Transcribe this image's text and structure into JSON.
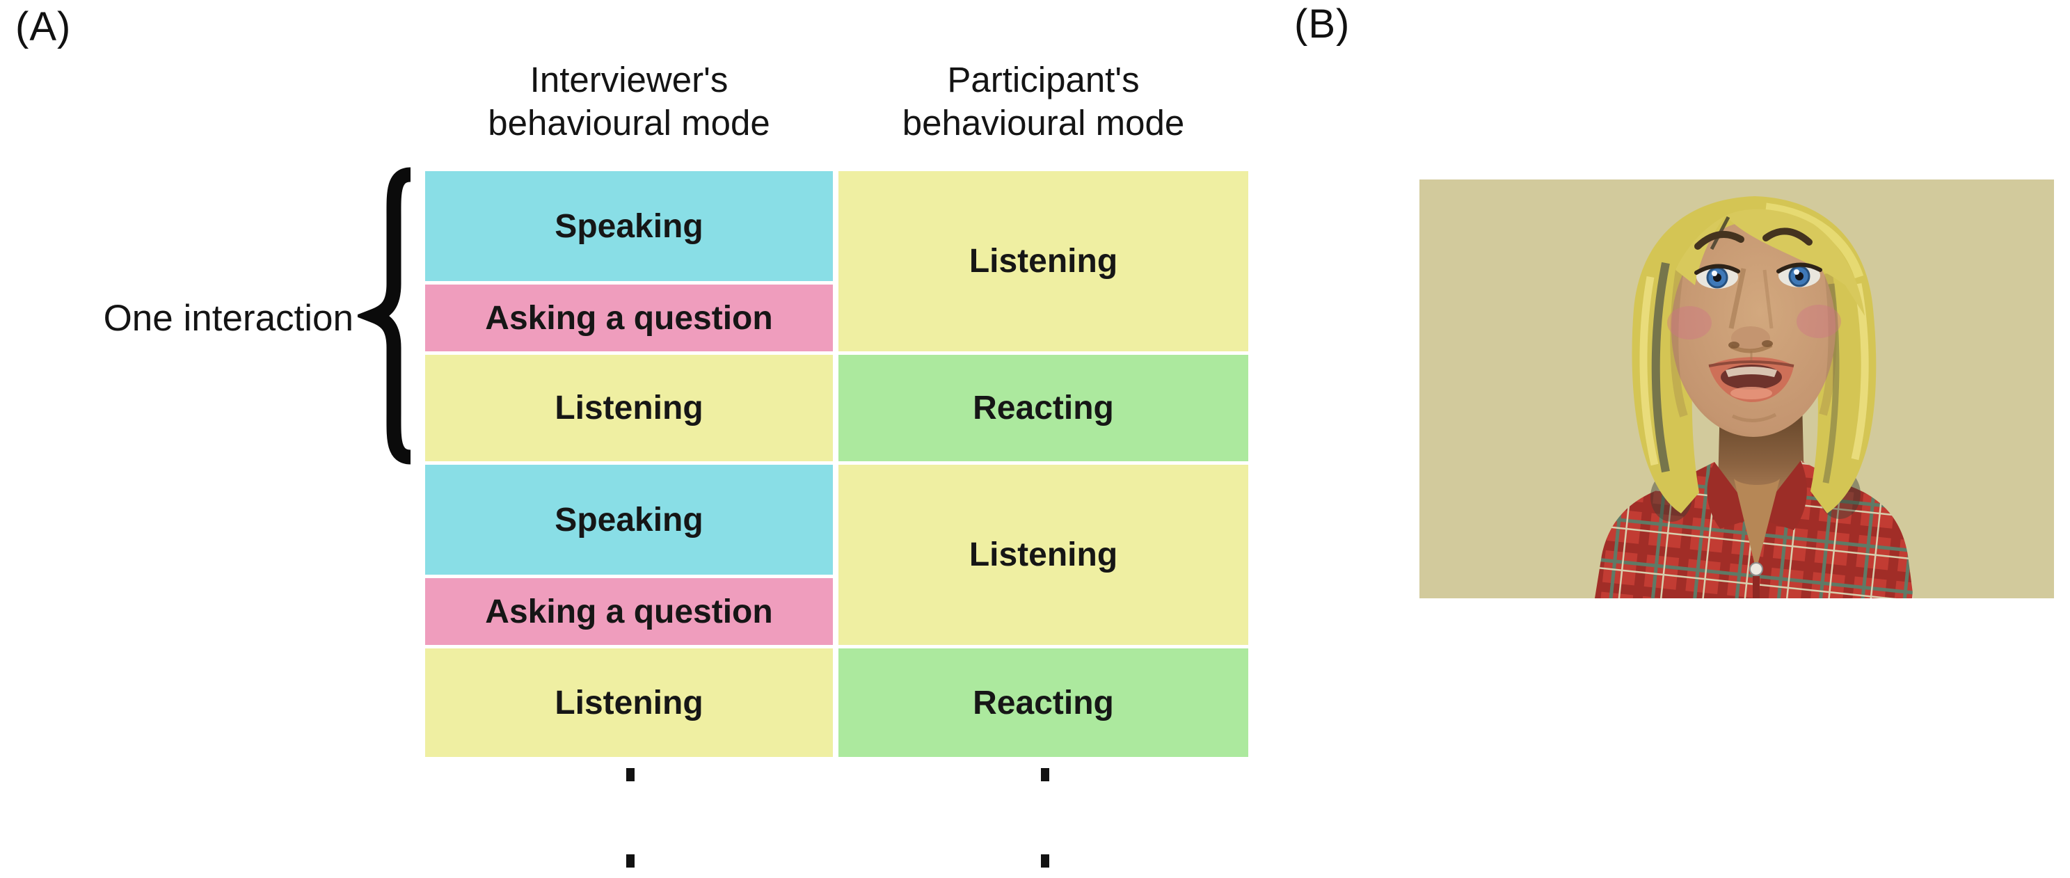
{
  "figure": {
    "panel_a": {
      "label": "(A)",
      "brace_label": "One interaction",
      "columns": [
        {
          "line1": "Interviewer's",
          "line2": "behavioural mode"
        },
        {
          "line1": "Participant's",
          "line2": "behavioural mode"
        }
      ],
      "interviewer_cells": [
        {
          "label": "Speaking",
          "color": "#89DEE6"
        },
        {
          "label": "Asking a question",
          "color": "#EF9DBD"
        },
        {
          "label": "Listening",
          "color": "#EFEFA2"
        },
        {
          "label": "Speaking",
          "color": "#89DEE6"
        },
        {
          "label": "Asking a question",
          "color": "#EF9DBD"
        },
        {
          "label": "Listening",
          "color": "#EFEFA2"
        }
      ],
      "participant_cells": [
        {
          "label": "Listening",
          "color": "#EFEFA2"
        },
        {
          "label": "Reacting",
          "color": "#ACE99E"
        },
        {
          "label": "Listening",
          "color": "#EFEFA2"
        },
        {
          "label": "Reacting",
          "color": "#ACE99E"
        }
      ]
    },
    "panel_b": {
      "label": "(B)",
      "avatar_background": "#D2CA9C"
    }
  }
}
